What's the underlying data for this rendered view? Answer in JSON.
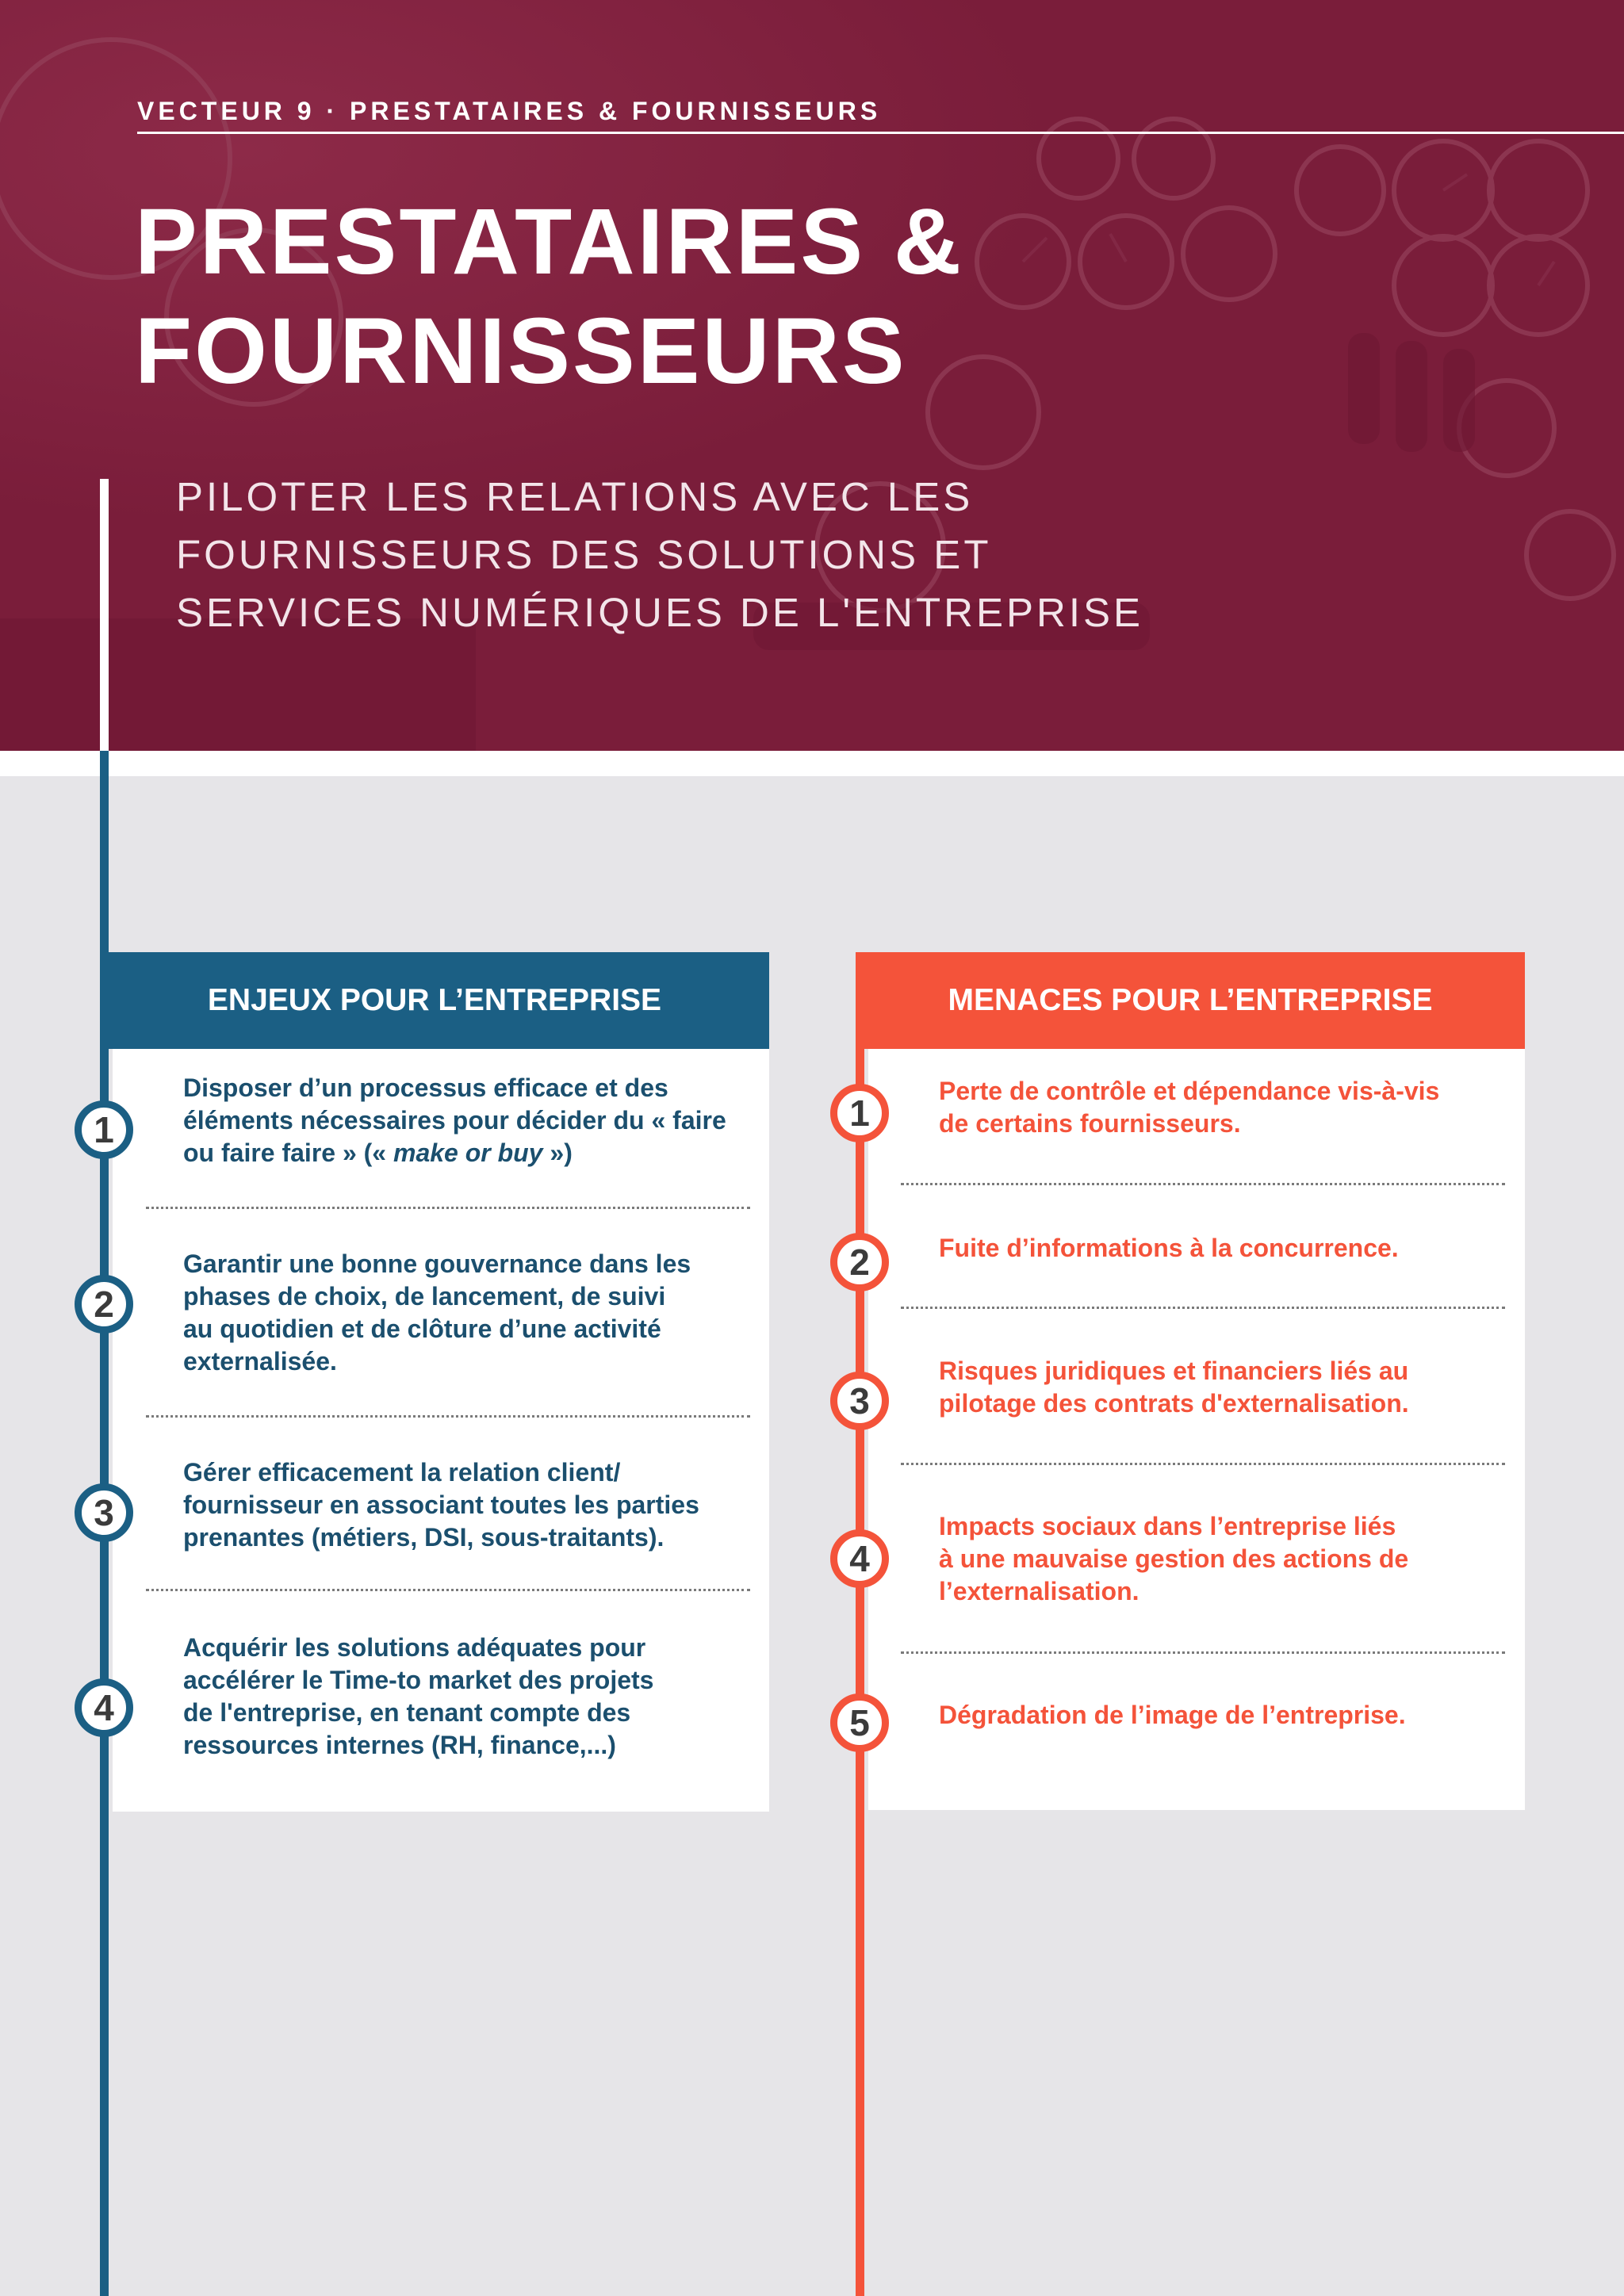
{
  "header": {
    "kicker": "VECTEUR 9 · PRESTATAIRES & FOURNISSEURS",
    "title_lines": [
      "PRESTATAIRES &",
      "FOURNISSEURS"
    ],
    "subtitle_lines": [
      "PILOTER LES RELATIONS AVEC LES",
      "FOURNISSEURS DES SOLUTIONS ET",
      "SERVICES NUMÉRIQUES DE L'ENTREPRISE"
    ]
  },
  "colors": {
    "hero": "#7a1d3a",
    "enjeux": "#1b5f84",
    "menaces": "#f4533a",
    "page_bg": "#e6e5e8"
  },
  "enjeux": {
    "title": "ENJEUX POUR L’ENTREPRISE",
    "items": [
      {
        "number": "1",
        "lines": [
          "Disposer d’un processus efficace et des",
          "éléments nécessaires pour décider du « faire",
          "ou faire faire » (« "
        ],
        "emphasis": "make or buy",
        "tail": " »)"
      },
      {
        "number": "2",
        "lines": [
          "Garantir une bonne gouvernance dans les",
          "phases de choix, de lancement, de suivi",
          "au quotidien et de clôture d’une activité",
          "externalisée."
        ]
      },
      {
        "number": "3",
        "lines": [
          "Gérer efficacement la relation client/",
          "fournisseur en associant toutes les parties",
          "prenantes (métiers, DSI, sous-traitants)."
        ]
      },
      {
        "number": "4",
        "lines": [
          "Acquérir les solutions adéquates pour",
          "accélérer le Time-to market des projets",
          "de l'entreprise, en tenant compte des",
          "ressources internes (RH, finance,...)"
        ]
      }
    ]
  },
  "menaces": {
    "title": "MENACES POUR L’ENTREPRISE",
    "items": [
      {
        "number": "1",
        "lines": [
          "Perte de contrôle et dépendance vis-à-vis",
          "de certains fournisseurs."
        ]
      },
      {
        "number": "2",
        "lines": [
          "Fuite d’informations à la concurrence."
        ]
      },
      {
        "number": "3",
        "lines": [
          "Risques juridiques et financiers liés au",
          "pilotage des contrats d'externalisation."
        ]
      },
      {
        "number": "4",
        "lines": [
          "Impacts sociaux dans l’entreprise liés",
          "à une mauvaise gestion des actions de",
          "l’externalisation."
        ]
      },
      {
        "number": "5",
        "lines": [
          "Dégradation de l’image de l’entreprise."
        ]
      }
    ]
  }
}
